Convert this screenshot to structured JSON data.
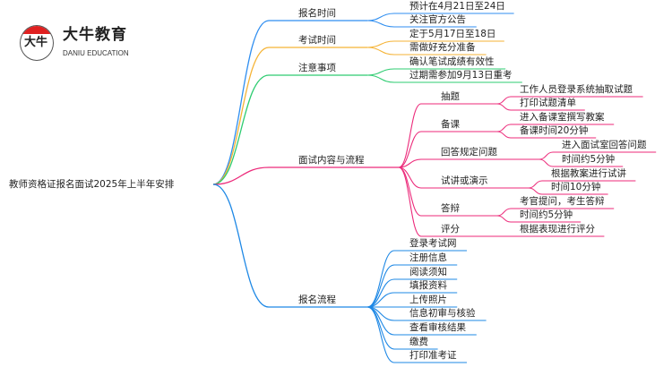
{
  "logo": {
    "mark": "大牛",
    "name_cn": "大牛教育",
    "name_en": "DANIU EDUCATION"
  },
  "root": "教师资格证报名面试2025年上半年安排",
  "colors": {
    "blue": "#2f8ef0",
    "orange": "#f5b335",
    "green": "#2ecc71",
    "magenta": "#ec2a7a",
    "blue2": "#1e88e5"
  },
  "branches": [
    {
      "label": "报名时间",
      "color": "blue",
      "children": [
        {
          "label": "预计在4月21日至24日"
        },
        {
          "label": "关注官方公告"
        }
      ]
    },
    {
      "label": "考试时间",
      "color": "orange",
      "children": [
        {
          "label": "定于5月17日至18日"
        },
        {
          "label": "需做好充分准备"
        }
      ]
    },
    {
      "label": "注意事项",
      "color": "green",
      "children": [
        {
          "label": "确认笔试成绩有效性"
        },
        {
          "label": "过期需参加9月13日重考"
        }
      ]
    },
    {
      "label": "面试内容与流程",
      "color": "magenta",
      "children": [
        {
          "label": "抽题",
          "children": [
            {
              "label": "工作人员登录系统抽取试题"
            },
            {
              "label": "打印试题清单"
            }
          ]
        },
        {
          "label": "备课",
          "children": [
            {
              "label": "进入备课室撰写教案"
            },
            {
              "label": "备课时间20分钟"
            }
          ]
        },
        {
          "label": "回答规定问题",
          "children": [
            {
              "label": "进入面试室回答问题"
            },
            {
              "label": "时间约5分钟"
            }
          ]
        },
        {
          "label": "试讲或演示",
          "children": [
            {
              "label": "根据教案进行试讲"
            },
            {
              "label": "时间10分钟"
            }
          ]
        },
        {
          "label": "答辩",
          "children": [
            {
              "label": "考官提问，考生答辩"
            },
            {
              "label": "时间约5分钟"
            }
          ]
        },
        {
          "label": "评分",
          "children": [
            {
              "label": "根据表现进行评分"
            }
          ]
        }
      ]
    },
    {
      "label": "报名流程",
      "color": "blue2",
      "children": [
        {
          "label": "登录考试网"
        },
        {
          "label": "注册信息"
        },
        {
          "label": "阅读须知"
        },
        {
          "label": "填报资料"
        },
        {
          "label": "上传照片"
        },
        {
          "label": "信息初审与核验"
        },
        {
          "label": "查看审核结果"
        },
        {
          "label": "缴费"
        },
        {
          "label": "打印准考证"
        }
      ]
    }
  ]
}
